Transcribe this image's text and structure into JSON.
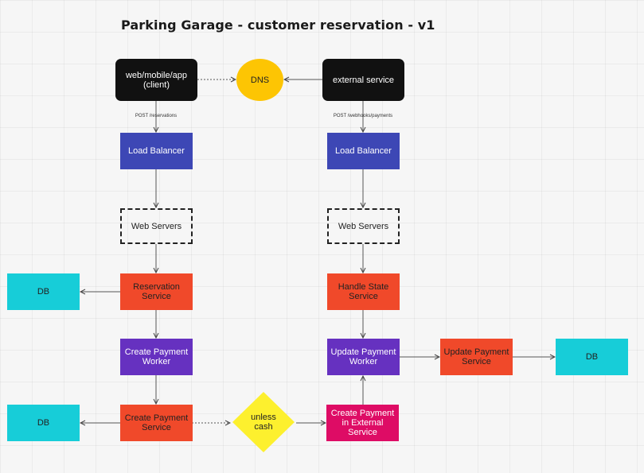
{
  "title": "Parking Garage - customer reservation - v1",
  "nodes": {
    "client": "web/mobile/app\n(client)",
    "dns": "DNS",
    "external_service": "external service",
    "load_balancer_left": "Load Balancer",
    "load_balancer_right": "Load Balancer",
    "web_servers_left": "Web Servers",
    "web_servers_right": "Web Servers",
    "reservation_service": "Reservation\nService",
    "handle_state_service": "Handle State\nService",
    "db_left_top": "DB",
    "db_left_bottom": "DB",
    "db_right": "DB",
    "create_payment_worker": "Create Payment\nWorker",
    "update_payment_worker": "Update Payment\nWorker",
    "update_payment_service": "Update Payment\nService",
    "create_payment_service": "Create Payment\nService",
    "unless_cash": "unless\ncash",
    "create_payment_external": "Create Payment\nin External\nService"
  },
  "edge_labels": {
    "post_reservations": "POST /reservations",
    "post_webhooks": "POST /webhooks/payments"
  },
  "colors": {
    "client": "#111111",
    "dns": "#fdc503",
    "load_balancer": "#3d47b5",
    "service": "#f0492a",
    "worker": "#6631c0",
    "db": "#17cdd8",
    "decision": "#fdf02e",
    "external_payment": "#de0c65"
  }
}
